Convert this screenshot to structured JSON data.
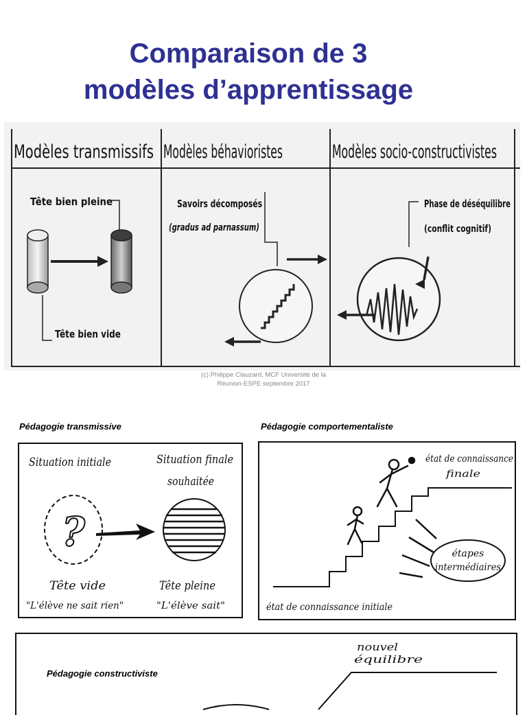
{
  "title": {
    "line1": "Comparaison de 3",
    "line2": "modèles d’apprentissage"
  },
  "top_figure": {
    "columns": [
      {
        "header": "Modèles transmissifs",
        "label_top": "Tête bien pleine",
        "label_bottom": "Tête bien vide"
      },
      {
        "header": "Modèles béhavioristes",
        "label_top": "Savoirs décomposés",
        "label_sub": "(gradus ad parnassum)"
      },
      {
        "header": "Modèles socio-constructivistes",
        "label_top": "Phase de déséquilibre",
        "label_sub": "(conflit cognitif)"
      }
    ]
  },
  "copyright": {
    "line1": "(c) Philippe Clauzard, MCF Université de la",
    "line2": "Réunion-ESPE septembre 2017"
  },
  "panels": {
    "transmissive": {
      "label": "Pédagogie transmissive",
      "situation_initiale": "Situation initiale",
      "situation_finale_1": "Situation finale",
      "situation_finale_2": "souhaitée",
      "tete_vide": "Tête vide",
      "eleve_rien": "\"L'élève ne sait rien\"",
      "tete_pleine": "Tête pleine",
      "eleve_sait": "\"L'élève sait\"",
      "question_mark": "?"
    },
    "comportementaliste": {
      "label": "Pédagogie comportementaliste",
      "etat_final_1": "état de connaissance",
      "etat_final_2": "finale",
      "etapes_1": "étapes",
      "etapes_2": "intermédiaires",
      "etat_initial": "état de connaissance initiale"
    },
    "constructiviste": {
      "label": "Pédagogie constructiviste",
      "nouvel_1": "nouvel",
      "nouvel_2": "équilibre"
    }
  }
}
